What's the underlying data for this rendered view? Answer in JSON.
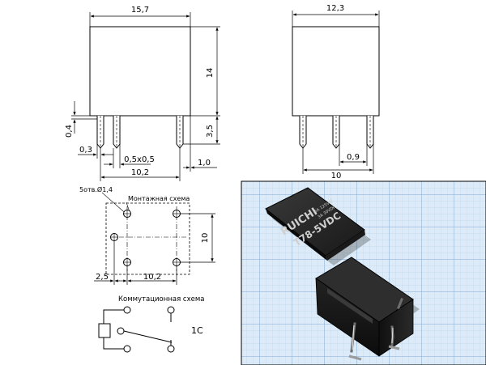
{
  "front_view": {
    "width": "15,7",
    "height": "14",
    "pin_length": "3,5",
    "pin_offset": "0,4",
    "pin_thickness": "0,3",
    "pin_section": "0,5x0,5",
    "pin_pitch": "10,2",
    "pin_edge": "1,0"
  },
  "side_view": {
    "width": "12,3",
    "pin_pitch": "10",
    "pin_thickness": "0,9"
  },
  "mounting": {
    "holes_label": "5отв.Ø1,4",
    "title": "Монтажная схема",
    "vertical_pitch": "10",
    "edge_offset": "2,5",
    "horizontal_pitch": "10,2"
  },
  "switching": {
    "title": "Коммутационная схема",
    "contact_type": "1C"
  },
  "relay_photo": {
    "brand": "RUICHI",
    "model": "T78-5VDC",
    "rating_a": "5A 125VAC",
    "rating_b": "3A 30VDC",
    "colors": {
      "grid_bg": "#dcebf7",
      "grid_line": "#8db6dc",
      "body": "#141414"
    }
  }
}
